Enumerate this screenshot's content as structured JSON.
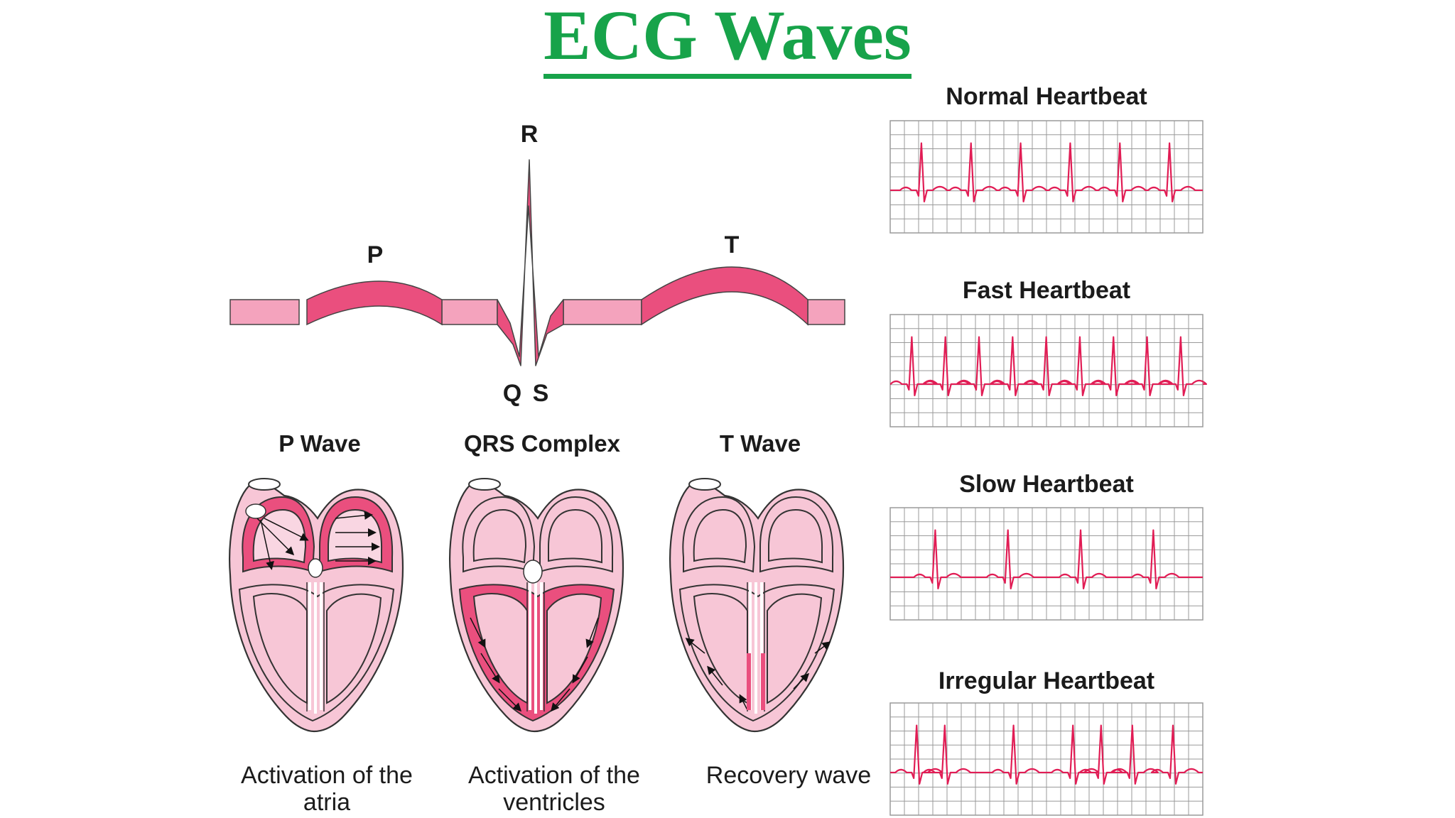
{
  "title": "ECG Waves",
  "colors": {
    "title": "#17a34a",
    "wave_fill": "#ea4f7e",
    "baseline_fill": "#f4a3bd",
    "heart_fill": "#f7c6d6",
    "trace": "#e11d55",
    "grid": "#9a9a9a"
  },
  "waveform": {
    "labels": {
      "p": "P",
      "r": "R",
      "q": "Q",
      "s": "S",
      "t": "T"
    }
  },
  "hearts": [
    {
      "title": "P Wave",
      "caption": "Activation of the atria"
    },
    {
      "title": "QRS Complex",
      "caption": "Activation of the ventricles"
    },
    {
      "title": "T Wave",
      "caption": "Recovery wave"
    }
  ],
  "strips": [
    {
      "title": "Normal Heartbeat",
      "beats": 6
    },
    {
      "title": "Fast Heartbeat",
      "beats": 9
    },
    {
      "title": "Slow Heartbeat",
      "beats": 4
    },
    {
      "title": "Irregular Heartbeat",
      "beats": 7
    }
  ]
}
